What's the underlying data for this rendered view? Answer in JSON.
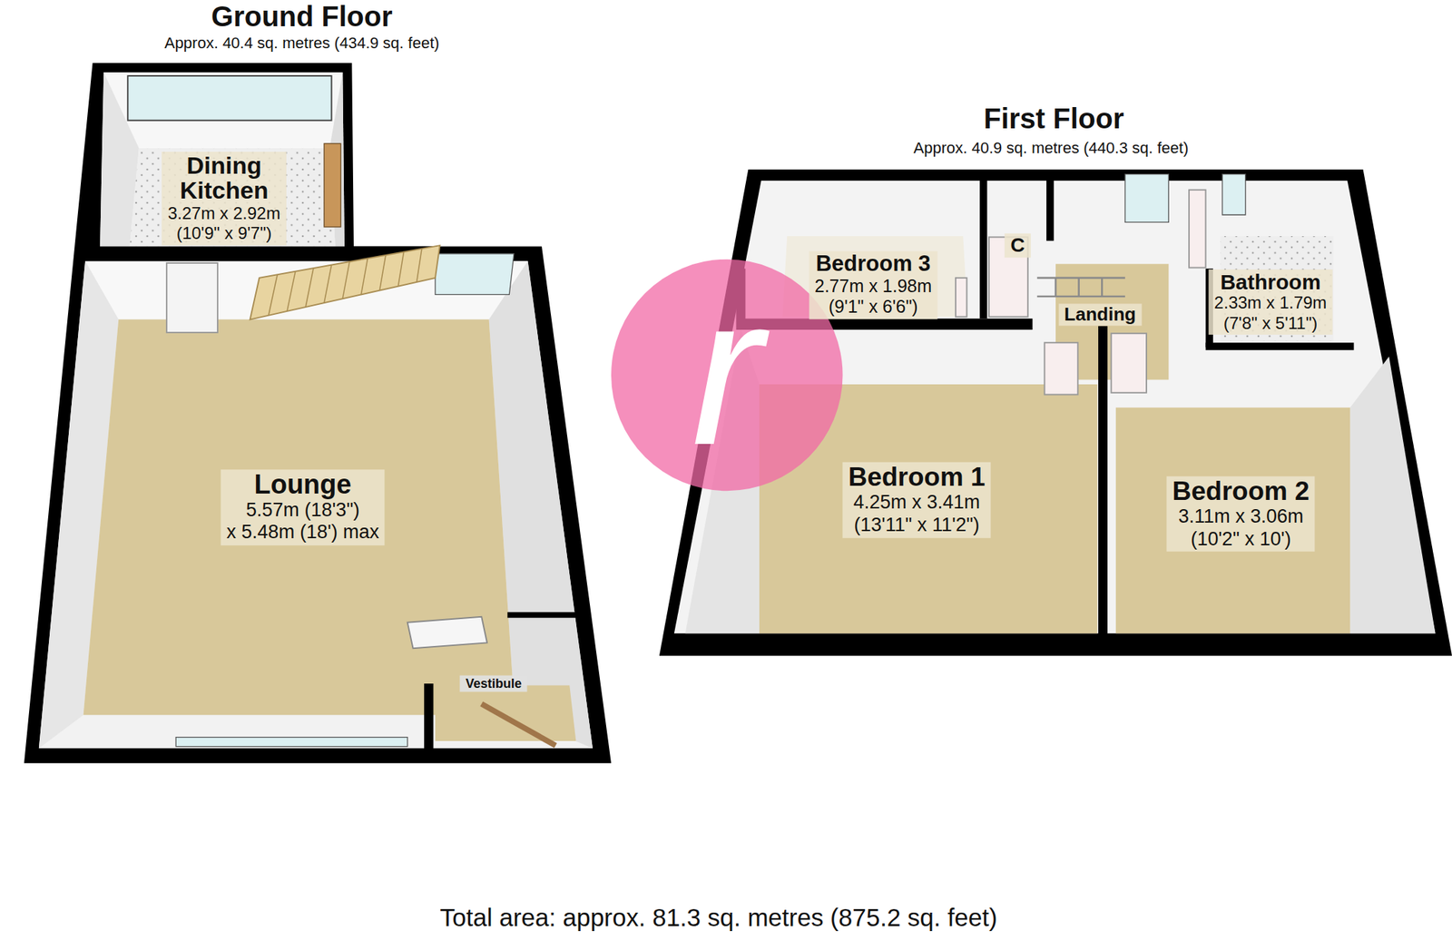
{
  "diagram": {
    "caption": "Total area: approx. 81.3 sq. metres (875.2 sq. feet)",
    "nodes": [
      {
        "text": [
          "Ground Floor",
          "Approx. 40.4 sq. metres (434.9 sq. feet)"
        ]
      },
      {
        "text": [
          "Dining Kitchen",
          "3.27m x 2.92m",
          "(10'9\" x 9'7\")"
        ],
        "in": 0
      },
      {
        "text": [
          "Lounge",
          "5.57m (18'3\")",
          "x 5.48m (18') max"
        ],
        "in": 0
      },
      {
        "text": [
          "Vestibule"
        ],
        "in": 0
      },
      {
        "text": [
          "First Floor",
          "Approx. 40.9 sq. metres (440.3 sq. feet)"
        ]
      },
      {
        "text": [
          "Bedroom 3",
          "2.77m x 1.98m",
          "(9'1\" x 6'6\")"
        ],
        "in": 4
      },
      {
        "text": [
          "C"
        ],
        "in": 4
      },
      {
        "text": [
          "Landing"
        ],
        "in": 4
      },
      {
        "text": [
          "Bathroom",
          "2.33m x 1.79m",
          "(7'8\" x 5'11\")"
        ],
        "in": 4
      },
      {
        "text": [
          "Bedroom 1",
          "4.25m x 3.41m",
          "(13'11\" x 11'2\")"
        ],
        "in": 4
      },
      {
        "text": [
          "Bedroom 2",
          "3.11m x 3.06m",
          "(10'2\" x 10')"
        ],
        "in": 4
      }
    ],
    "labels": [
      "r"
    ]
  }
}
